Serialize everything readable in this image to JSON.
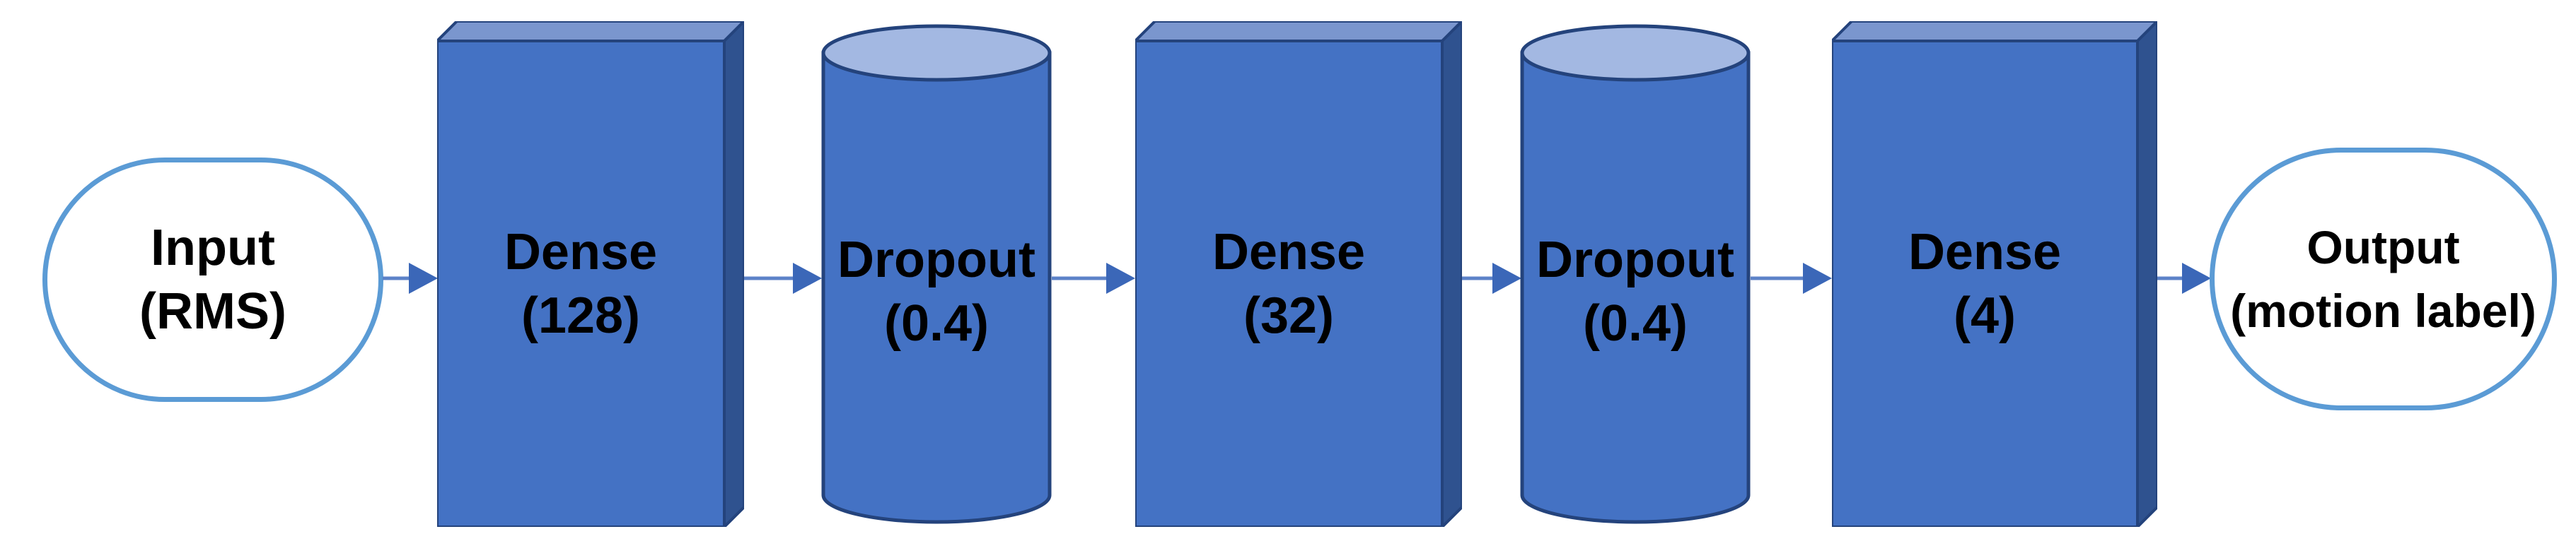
{
  "diagram": {
    "type": "flow",
    "direction": "left-to-right",
    "background": "#FFFFFF",
    "colors": {
      "box_front": "#4472C4",
      "box_top": "#7A96CE",
      "box_side": "#2F528F",
      "shape_outline": "#24437C",
      "cylinder_body": "#4472C4",
      "cylinder_top": "#A3B8E2",
      "terminal_border": "#5B9BD5",
      "terminal_fill": "#FFFFFF",
      "arrow_line": "#5C82C8",
      "arrow_head": "#3B67B8",
      "label_text": "#000000"
    },
    "nodes": [
      {
        "id": "input",
        "shape": "rounded-terminal",
        "line1": "Input",
        "line2": "(RMS)"
      },
      {
        "id": "dense-128",
        "shape": "box3d",
        "line1": "Dense",
        "line2": "(128)"
      },
      {
        "id": "dropout-1",
        "shape": "cylinder",
        "line1": "Dropout",
        "line2": "(0.4)"
      },
      {
        "id": "dense-32",
        "shape": "box3d",
        "line1": "Dense",
        "line2": "(32)"
      },
      {
        "id": "dropout-2",
        "shape": "cylinder",
        "line1": "Dropout",
        "line2": "(0.4)"
      },
      {
        "id": "dense-4",
        "shape": "box3d",
        "line1": "Dense",
        "line2": "(4)"
      },
      {
        "id": "output",
        "shape": "rounded-terminal",
        "line1": "Output",
        "line2": "(motion label)"
      }
    ],
    "edges": [
      {
        "from": "input",
        "to": "dense-128"
      },
      {
        "from": "dense-128",
        "to": "dropout-1"
      },
      {
        "from": "dropout-1",
        "to": "dense-32"
      },
      {
        "from": "dense-32",
        "to": "dropout-2"
      },
      {
        "from": "dropout-2",
        "to": "dense-4"
      },
      {
        "from": "dense-4",
        "to": "output"
      }
    ]
  }
}
